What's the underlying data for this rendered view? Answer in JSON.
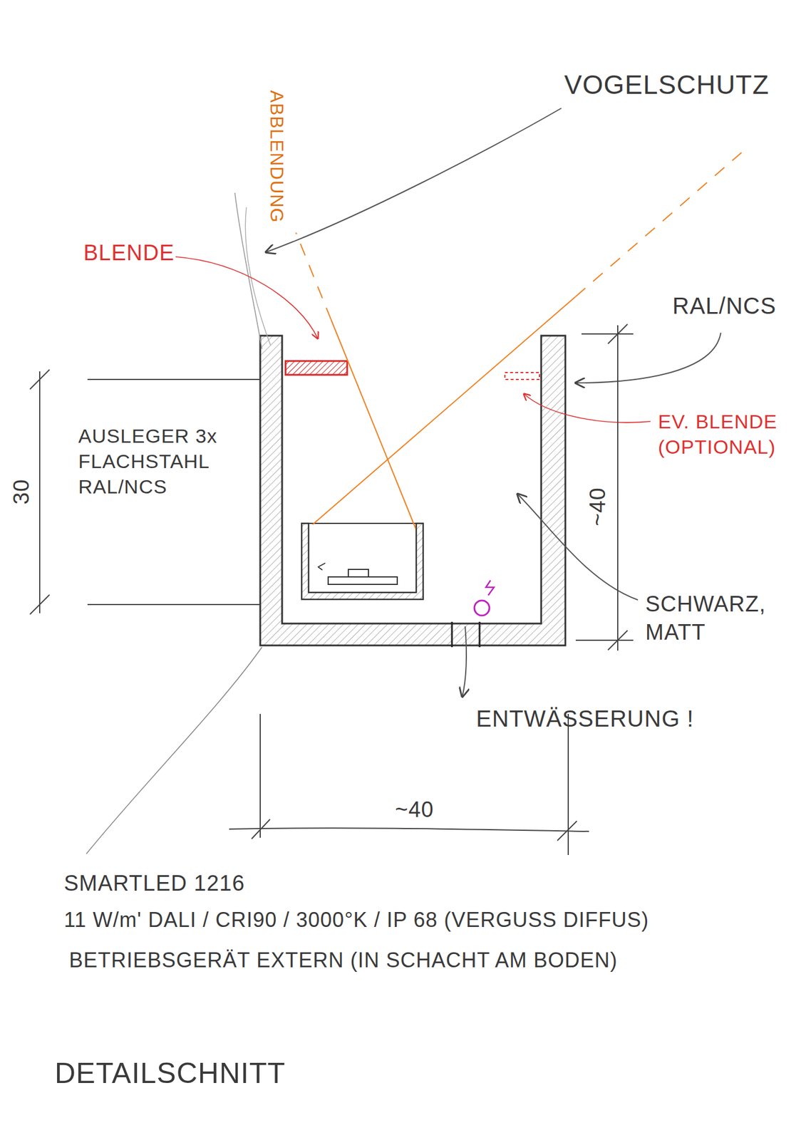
{
  "diagram": {
    "caption": "DETAILSCHNITT",
    "labels": [
      "VOGELSCHUTZ",
      "ABBLENDUNG",
      "BLENDE",
      "RAL/NCS",
      "EV. BLENDE (OPTIONAL)",
      "AUSLEGER 3x FLACHSTAHL RAL/NCS",
      "30",
      "~40",
      "SCHWARZ, MATT",
      "ENTWÄSSERUNG !",
      "~40",
      "SMARTLED 1216",
      "11 W/m' DALI / CRI90 / 3000°K / IP 68 (VERGUSS DIFFUS)",
      "BETRIEBSGERÄT EXTERN (IN SCHACHT AM BODEN)"
    ]
  }
}
